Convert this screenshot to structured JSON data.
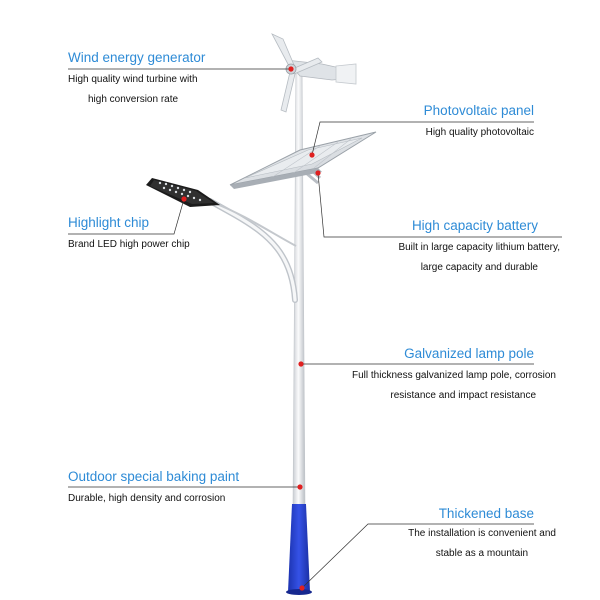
{
  "colors": {
    "title": "#2e8bd6",
    "text": "#111111",
    "leader": "#333333",
    "dot": "#e02020",
    "pole": "#eef0f2",
    "base": "#2b45d4"
  },
  "callouts": [
    {
      "title": "Wind energy generator",
      "lines": [
        "High quality wind turbine with",
        "high conversion rate"
      ]
    },
    {
      "title": "Photovoltaic panel",
      "lines": [
        "High quality photovoltaic"
      ]
    },
    {
      "title": "Highlight chip",
      "lines": [
        "Brand LED high power chip"
      ]
    },
    {
      "title": "High capacity battery",
      "lines": [
        "Built in large capacity lithium battery,",
        "large capacity and durable"
      ]
    },
    {
      "title": "Galvanized lamp pole",
      "lines": [
        "Full thickness galvanized lamp pole, corrosion",
        "resistance and impact resistance"
      ]
    },
    {
      "title": "Outdoor special baking paint",
      "lines": [
        "Durable, high density and corrosion"
      ]
    },
    {
      "title": "Thickened base",
      "lines": [
        "The installation is convenient and",
        "stable as a mountain"
      ]
    }
  ]
}
